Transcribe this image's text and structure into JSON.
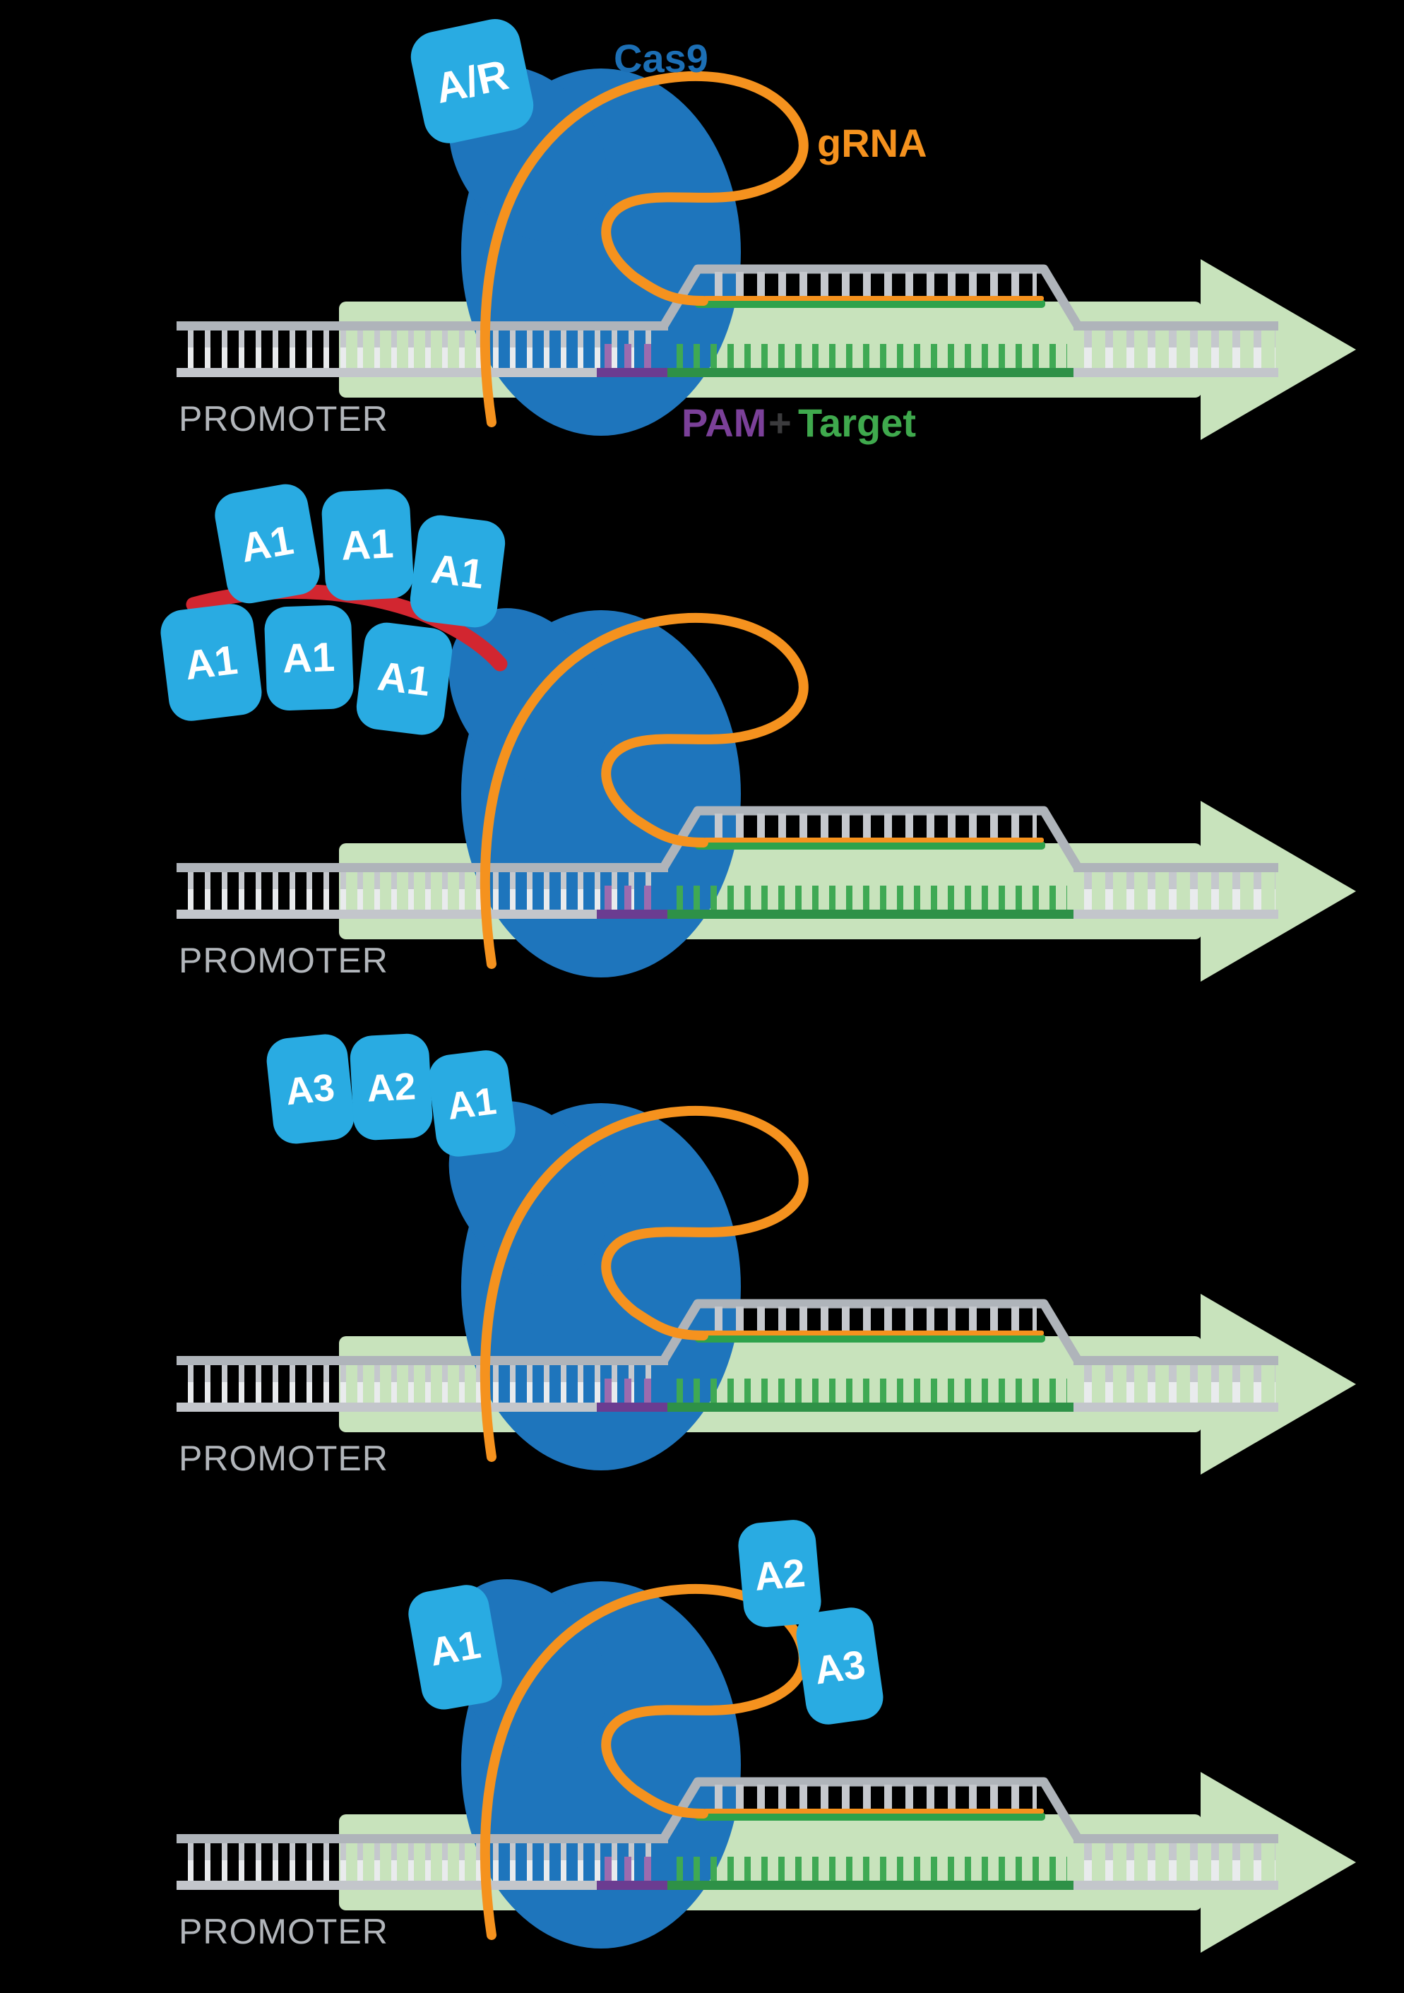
{
  "figure": {
    "description": "Four-panel CRISPR/Cas9 transcriptional effector recruitment diagram",
    "background": "#000000"
  },
  "colors": {
    "cas9_blob_blue": "#1E75BC",
    "effector_tag_blue": "#29ABE2",
    "grna_orange": "#F5921E",
    "scaffold_red": "#D22630",
    "gene_arrow_green": "#C8E3BC",
    "target_line_green": "#2EA24B",
    "target_rail_green": "#2E9147",
    "target_rung_green": "#3FA954",
    "pam_rail_purple": "#6B3C91",
    "pam_rung_purple": "#9C6BAE",
    "pam_text_purple": "#7B4099",
    "dna_rail_gray": "#AFB4BA",
    "dna_rail_light": "#C3C6CB",
    "rung_top_gray": "#C5C8CD",
    "rung_bottom_white": "#E9EBED",
    "promoter_text_gray": "#B2B6BB",
    "cas9_text_blue": "#1C6FB5",
    "plus_text_dark": "#3B3B3D",
    "tag_text_white": "#FFFFFF"
  },
  "panels": [
    {
      "name": "direct-fusion-activator-repressor",
      "labels": {
        "cas9": "Cas9",
        "grna": "gRNA",
        "promoter": "PROMOTER",
        "pam": "PAM",
        "plus": "+",
        "target": "Target"
      },
      "tags": [
        {
          "label": "A/R"
        }
      ]
    },
    {
      "name": "suntag-scaffold-recruitment",
      "labels": {
        "promoter": "PROMOTER"
      },
      "tags": [
        {
          "label": "A1"
        },
        {
          "label": "A1"
        },
        {
          "label": "A1"
        },
        {
          "label": "A1"
        },
        {
          "label": "A1"
        },
        {
          "label": "A1"
        }
      ]
    },
    {
      "name": "tandem-direct-fusion",
      "labels": {
        "promoter": "PROMOTER"
      },
      "tags": [
        {
          "label": "A3"
        },
        {
          "label": "A2"
        },
        {
          "label": "A1"
        }
      ]
    },
    {
      "name": "grna-aptamer-recruitment",
      "labels": {
        "promoter": "PROMOTER"
      },
      "tags": [
        {
          "label": "A1"
        },
        {
          "label": "A2"
        },
        {
          "label": "A3"
        }
      ]
    }
  ]
}
